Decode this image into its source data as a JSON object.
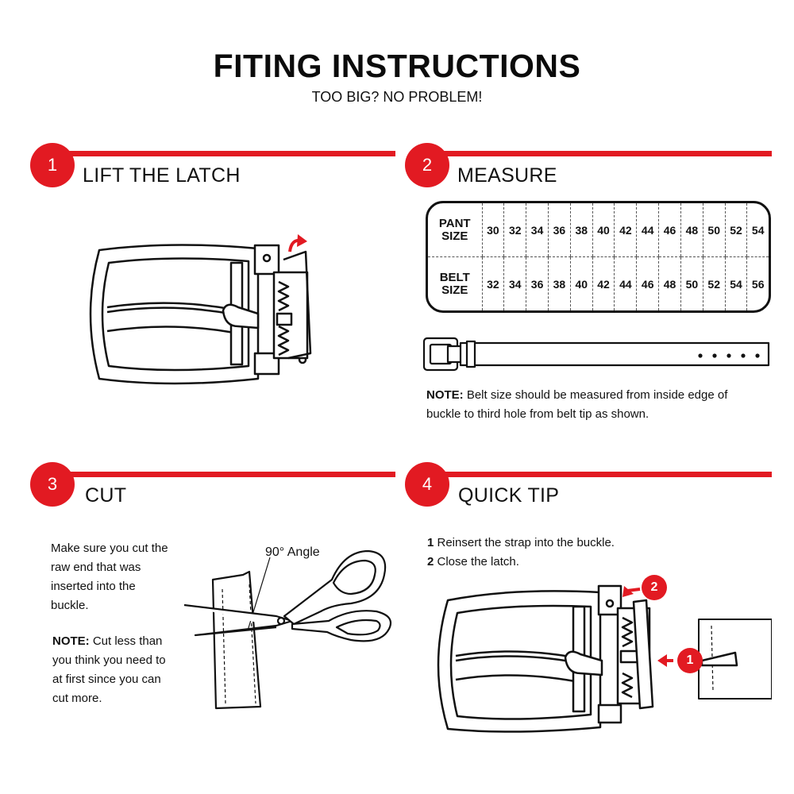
{
  "header": {
    "title": "FITING INSTRUCTIONS",
    "subtitle": "TOO BIG? NO PROBLEM!"
  },
  "steps": [
    {
      "number": "1",
      "title": "LIFT THE LATCH"
    },
    {
      "number": "2",
      "title": "MEASURE"
    },
    {
      "number": "3",
      "title": "CUT"
    },
    {
      "number": "4",
      "title": "QUICK TIP"
    }
  ],
  "measure": {
    "row_labels": {
      "pant_line1": "PANT",
      "pant_line2": "SIZE",
      "belt_line1": "BELT",
      "belt_line2": "SIZE"
    },
    "pant_sizes": [
      "30",
      "32",
      "34",
      "36",
      "38",
      "40",
      "42",
      "44",
      "46",
      "48",
      "50",
      "52",
      "54"
    ],
    "belt_sizes": [
      "32",
      "34",
      "36",
      "38",
      "40",
      "42",
      "44",
      "46",
      "48",
      "50",
      "52",
      "54",
      "56"
    ],
    "note_label": "NOTE:",
    "note_line1": " Belt size should be measured from inside edge of",
    "note_line2": "buckle to third hole from belt tip as shown."
  },
  "cut": {
    "text_lines": [
      "Make sure you cut the",
      "raw end that was",
      "inserted into the",
      "buckle."
    ],
    "note_label": "NOTE:",
    "note_lines": [
      " Cut less than",
      "you think you need to",
      "at first since you can",
      "cut more."
    ],
    "angle_label": "90°  Angle"
  },
  "quick_tip": {
    "item1_num": "1",
    "item1_text": " Reinsert the strap into the buckle.",
    "item2_num": "2",
    "item2_text": " Close the latch.",
    "marker1": "1",
    "marker2": "2"
  },
  "colors": {
    "accent": "#e21a22",
    "ink": "#111111"
  }
}
